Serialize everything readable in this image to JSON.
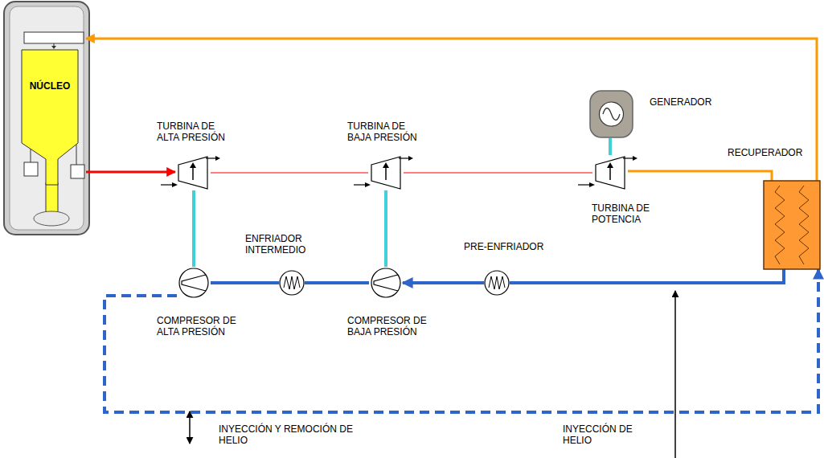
{
  "diagram": {
    "nodes": [
      {
        "text": [
          "NÚCLEO"
        ]
      },
      {
        "text": [
          "TURBINA DE ALTA PRESIÓN"
        ]
      },
      {
        "text": [
          "TURBINA DE BAJA PRESIÓN"
        ]
      },
      {
        "text": [
          "GENERADOR"
        ]
      },
      {
        "text": [
          "TURBINA DE POTENCIA"
        ]
      },
      {
        "text": [
          "RECUPERADOR"
        ]
      },
      {
        "text": [
          "ENFRIADOR INTERMEDIO"
        ]
      },
      {
        "text": [
          "PRE-ENFRIADOR"
        ]
      },
      {
        "text": [
          "COMPRESOR DE ALTA PRESIÓN"
        ]
      },
      {
        "text": [
          "COMPRESOR DE BAJA PRESIÓN"
        ]
      }
    ],
    "edges": [
      {
        "from": 0,
        "to": 1,
        "arrow": "to"
      },
      {
        "from": 1,
        "to": 2,
        "arrow": "none"
      },
      {
        "from": 2,
        "to": 4,
        "arrow": "none"
      },
      {
        "from": 4,
        "to": 5,
        "arrow": "none"
      },
      {
        "from": 5,
        "to": 0,
        "arrow": "to"
      },
      {
        "from": 5,
        "to": 7,
        "arrow": "none"
      },
      {
        "from": 7,
        "to": 9,
        "arrow": "to"
      },
      {
        "from": 9,
        "to": 6,
        "arrow": "none"
      },
      {
        "from": 6,
        "to": 8,
        "arrow": "none"
      },
      {
        "from": 8,
        "to": 5,
        "arrow": "to"
      },
      {
        "from": 1,
        "to": 8,
        "arrow": "none"
      },
      {
        "from": 2,
        "to": 9,
        "arrow": "none"
      },
      {
        "from": 4,
        "to": 3,
        "arrow": "none"
      }
    ],
    "labels": [
      "INYECCIÓN Y REMOCIÓN DE HELIO",
      "INYECCIÓN DE HELIO"
    ]
  }
}
